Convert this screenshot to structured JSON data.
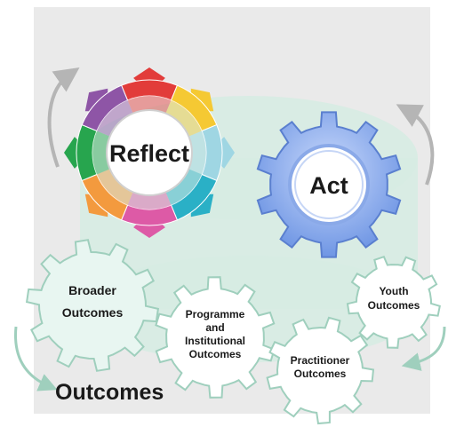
{
  "reflect": {
    "label": "Reflect",
    "segment_colors": [
      "#e23c3a",
      "#f5c933",
      "#9fd6e3",
      "#2ab0c6",
      "#dd5aa6",
      "#f39a3e",
      "#27a54e",
      "#8e55a6"
    ],
    "inner_ring": "#f1dcdc"
  },
  "act": {
    "label": "Act",
    "color": "#6f96e4"
  },
  "outcomes": {
    "title": "Outcomes",
    "color": "#e8f6f1",
    "stroke": "#9fcfbd",
    "broader": {
      "line1": "Broader",
      "line2": "Outcomes"
    },
    "programme": {
      "line1": "Programme",
      "line2": "and",
      "line3": "Institutional",
      "line4": "Outcomes"
    },
    "practitioner": {
      "line1": "Practitioner",
      "line2": "Outcomes"
    },
    "youth": {
      "line1": "Youth",
      "line2": "Outcomes"
    }
  },
  "colors": {
    "background": "#eaeaea",
    "cylinder": "#d6ece3",
    "arrow": "#b5b5b5"
  }
}
